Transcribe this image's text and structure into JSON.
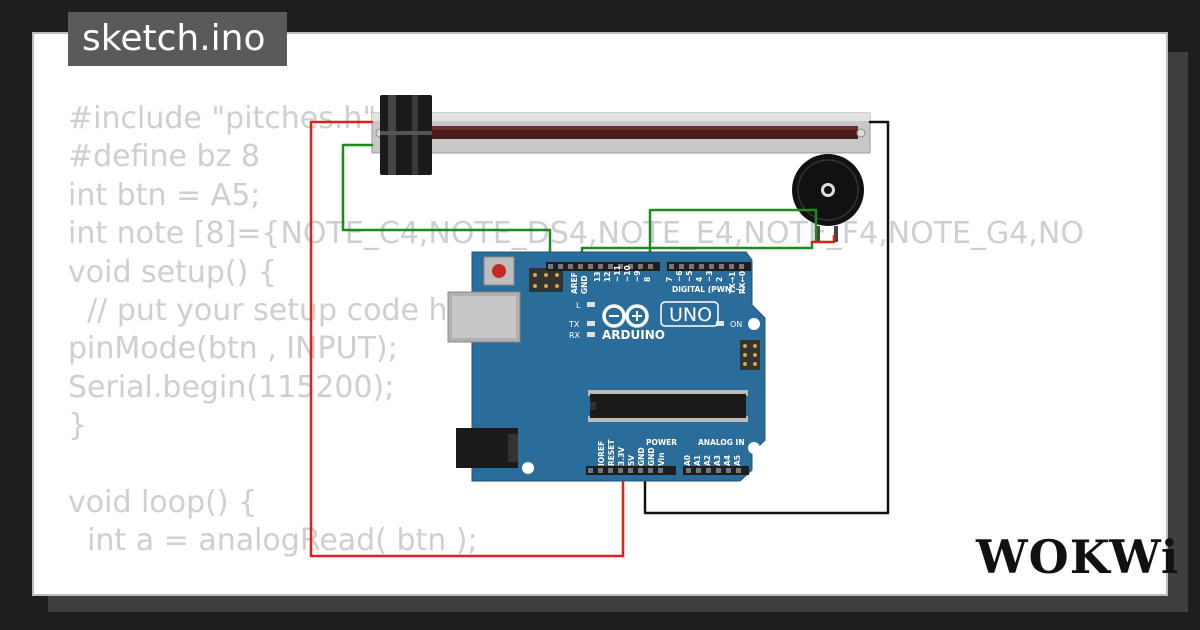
{
  "title": "sketch.ino",
  "code_lines": [
    "#include \"pitches.h\"",
    "#define bz 8",
    "int btn = A5;",
    "int note [8]={NOTE_C4,NOTE_DS4,NOTE_E4,NOTE_F4,NOTE_G4,NO",
    "void setup() {",
    "  // put your setup code here",
    "pinMode(btn , INPUT);",
    "Serial.begin(115200);",
    "}",
    "",
    "void loop() {",
    "  int a = analogRead( btn );"
  ],
  "board": {
    "brand": "ARDUINO",
    "model": "UNO",
    "labels": {
      "aref": "AREF",
      "gnd": "GND",
      "pin13": "13",
      "pin12": "12",
      "pin11": "~11",
      "pin10": "~10",
      "pin9": "~9",
      "pin8": "8",
      "pin7": "7",
      "pin6": "~6",
      "pin5": "~5",
      "pin4": "4",
      "pin3": "~3",
      "pin2": "2",
      "tx1": "TX→1",
      "rx0": "RX←0",
      "digital": "DIGITAL (PWM ~)",
      "l": "L",
      "tx": "TX",
      "rx": "RX",
      "on": "ON",
      "ioref": "IOREF",
      "reset": "RESET",
      "v33": "3.3V",
      "v5": "5V",
      "gnd1": "GND",
      "gnd2": "GND",
      "vin": "Vin",
      "power": "POWER",
      "analog_in": "ANALOG IN",
      "a0": "A0",
      "a1": "A1",
      "a2": "A2",
      "a3": "A3",
      "a4": "A4",
      "a5": "A5"
    }
  },
  "brand": "WOKWi",
  "colors": {
    "board": "#2a6c9a",
    "wire_red": "#e0201e",
    "wire_green": "#1c8a1c",
    "wire_black": "#111111",
    "code_text": "#cfcfcf"
  }
}
